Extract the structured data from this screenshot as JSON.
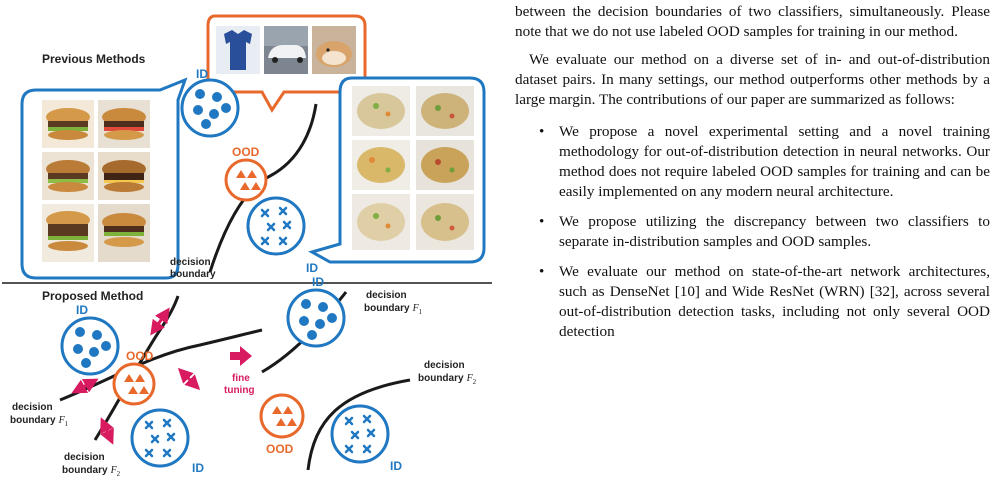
{
  "figure": {
    "labels": {
      "previous_methods": "Previous Methods",
      "proposed_method": "Proposed Method",
      "id": "ID",
      "ood": "OOD",
      "decision": "decision",
      "boundary": "boundary",
      "fine": "fine",
      "tuning": "tuning",
      "f1_sub": "1",
      "f2_sub": "2",
      "f_letter": "F"
    },
    "colors": {
      "id_blue": "#1f78c1",
      "ood_orange": "#e8692b",
      "arrow_magenta": "#d81b60",
      "boundary_black": "#1a1a1a"
    },
    "photo_groups": {
      "ood_examples": [
        "shirt",
        "car",
        "hamster"
      ],
      "id_burgers": 6,
      "id_fried_rice": 6
    }
  },
  "text": {
    "intro_cont": "between the decision boundaries of two classifiers, simultaneously. Please note that we do not use labeled OOD samples for training in our method.",
    "para2": "We evaluate our method on a diverse set of in- and out-of-distribution dataset pairs. In many settings, our method outperforms other methods by a large margin. The contributions of our paper are summarized as follows:",
    "bullets": [
      "We propose a novel experimental setting and a novel training methodology for out-of-distribution detection in neural networks. Our method does not require labeled OOD samples for training and can be easily implemented on any modern neural architecture.",
      "We propose utilizing the discrepancy between two classifiers to separate in-distribution samples and OOD samples.",
      "We evaluate our method on state-of-the-art network architectures, such as DenseNet [10] and Wide ResNet (WRN) [32], across several out-of-distribution detection tasks, including not only several OOD detection"
    ],
    "bullet_glyph": "•"
  }
}
